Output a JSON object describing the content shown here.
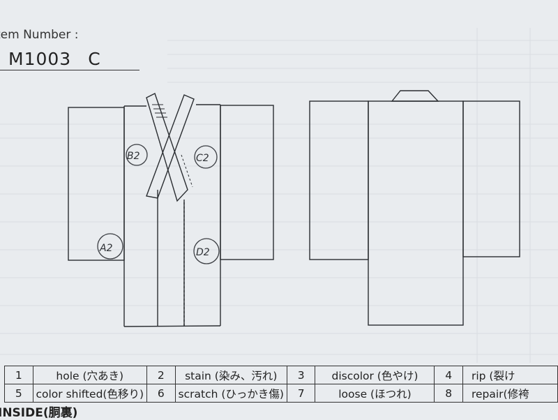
{
  "item": {
    "label": "tem Number :",
    "code": "M1003",
    "grade": "C"
  },
  "markers": {
    "a": "A2",
    "b": "B2",
    "c": "C2",
    "d": "D2"
  },
  "defect_legend": [
    [
      {
        "num": "1",
        "text": "hole (穴あき)"
      },
      {
        "num": "2",
        "text": "stain (染み、汚れ)"
      },
      {
        "num": "3",
        "text": "discolor (色やけ)"
      },
      {
        "num": "4",
        "text": "rip (裂け"
      }
    ],
    [
      {
        "num": "5",
        "text": "color shifted(色移り)"
      },
      {
        "num": "6",
        "text": "scratch (ひっかき傷)"
      },
      {
        "num": "7",
        "text": "loose (ほつれ)"
      },
      {
        "num": "8",
        "text": "repair(修袴"
      }
    ]
  ],
  "section": {
    "inside_label": "INSIDE(胴裏)"
  }
}
